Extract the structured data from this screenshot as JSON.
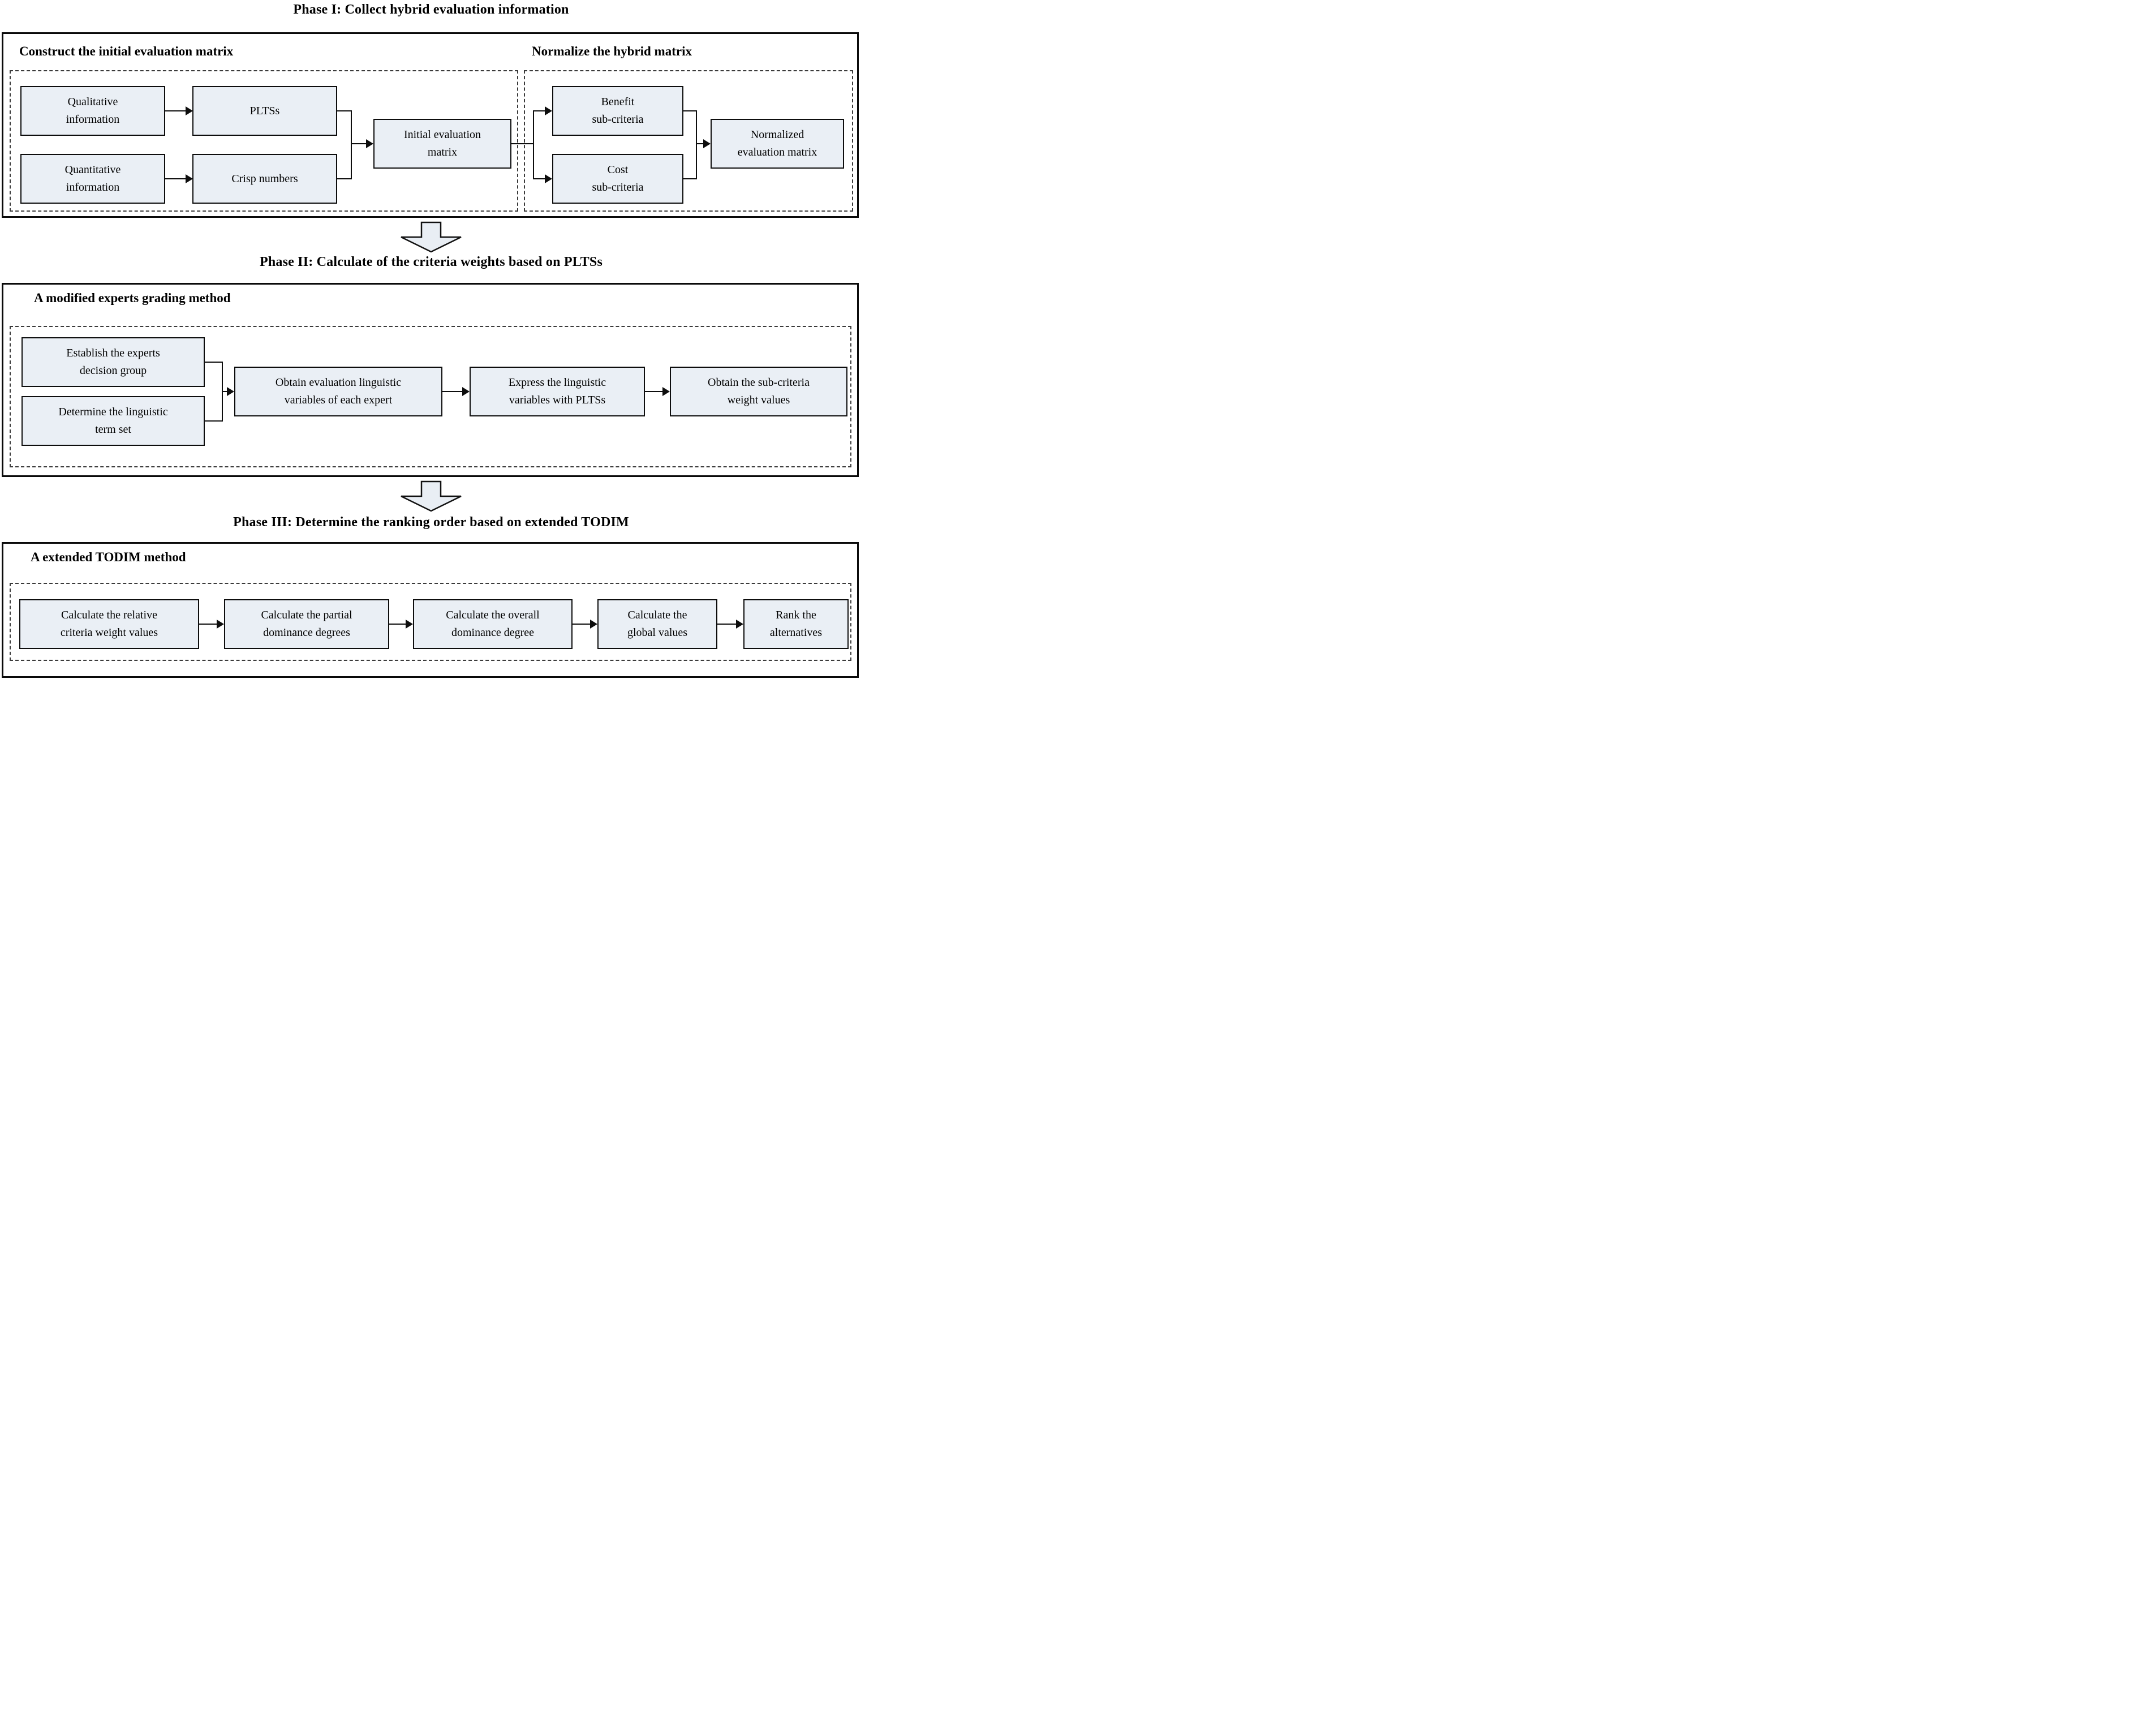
{
  "figure": {
    "type": "flowchart",
    "background_color": "#ffffff",
    "node_fill_color": "#eaeff5",
    "node_border_color": "#0d0d0d",
    "panel_border_color": "#0a0a0a",
    "dashed_border_color": "#3a3a3a",
    "text_color": "#000000"
  },
  "phase1": {
    "title": "Phase I: Collect hybrid evaluation information",
    "left_header": "Construct the initial evaluation matrix",
    "right_header": "Normalize the hybrid matrix",
    "boxes": {
      "qualitative": {
        "line1": "Qualitative",
        "line2": "information"
      },
      "pltss": {
        "line1": "PLTSs",
        "line2": ""
      },
      "quantitative": {
        "line1": "Quantitative",
        "line2": "information"
      },
      "crisp": {
        "line1": "Crisp numbers",
        "line2": ""
      },
      "initial": {
        "line1": "Initial evaluation",
        "line2": "matrix"
      },
      "benefit": {
        "line1": "Benefit",
        "line2": "sub-criteria"
      },
      "cost": {
        "line1": "Cost",
        "line2": "sub-criteria"
      },
      "normalized": {
        "line1": "Normalized",
        "line2": "evaluation matrix"
      }
    }
  },
  "phase2": {
    "title": "Phase II: Calculate of the criteria weights based on PLTSs",
    "header": "A modified experts grading method",
    "boxes": {
      "establish": {
        "line1": "Establish the experts",
        "line2": "decision group"
      },
      "determine": {
        "line1": "Determine the linguistic",
        "line2": "term set"
      },
      "obtain_vars": {
        "line1": "Obtain evaluation linguistic",
        "line2": "variables of each expert"
      },
      "express": {
        "line1": "Express the linguistic",
        "line2": "variables with PLTSs"
      },
      "obtain_weights": {
        "line1": "Obtain the sub-criteria",
        "line2": "weight values"
      }
    }
  },
  "phase3": {
    "title": "Phase III: Determine the ranking order based on extended TODIM",
    "header": "A extended TODIM method",
    "boxes": {
      "relative": {
        "line1": "Calculate the relative",
        "line2": "criteria weight values"
      },
      "partial": {
        "line1": "Calculate the partial",
        "line2": "dominance degrees"
      },
      "overall": {
        "line1": "Calculate the overall",
        "line2": "dominance degree"
      },
      "global": {
        "line1": "Calculate the",
        "line2": "global values"
      },
      "rank": {
        "line1": "Rank the",
        "line2": "alternatives"
      }
    }
  }
}
